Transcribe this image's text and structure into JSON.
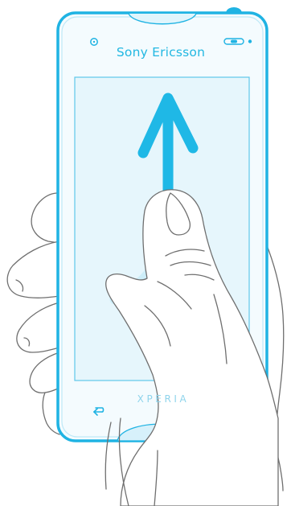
{
  "phone": {
    "brand_text": "Sony Ericsson",
    "model_text": "XPERIA"
  },
  "gesture": {
    "direction": "up"
  },
  "icons": {
    "back": "back-arrow-icon",
    "home": "home-icon",
    "menu": "menu-icon",
    "notification_light": "notification-light-icon",
    "camera": "front-camera-icon"
  },
  "colors": {
    "phone_outline": "#1fb3e3",
    "phone_body": "#f4fbfe",
    "screen": "#e6f6fc",
    "arrow": "#1fb8e6",
    "brand": "#23b8e2",
    "hand_stroke": "#6f6f6f"
  }
}
